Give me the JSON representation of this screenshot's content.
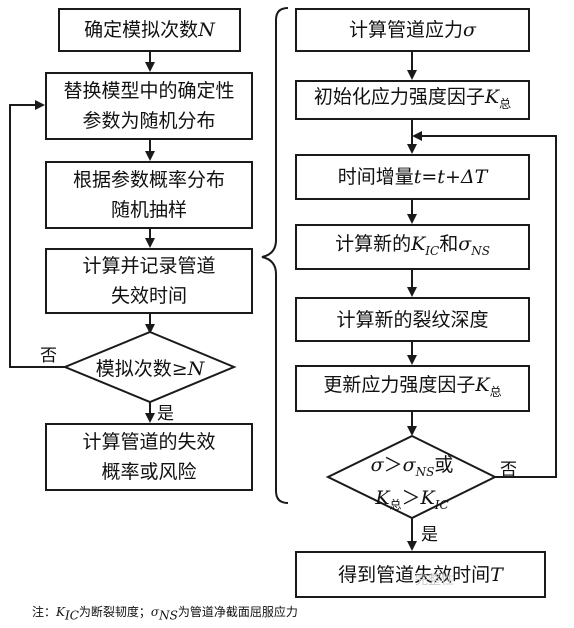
{
  "left_column": {
    "box1": {
      "prefix": "确定模拟次数",
      "var": "N"
    },
    "box2": {
      "line1": "替换模型中的确定性",
      "line2": "参数为随机分布"
    },
    "box3": {
      "line1": "根据参数概率分布",
      "line2": "随机抽样"
    },
    "box4": {
      "line1": "计算并记录管道",
      "line2": "失效时间"
    },
    "decision": {
      "prefix": "模拟次数≥",
      "var": "N"
    },
    "no_label": "否",
    "yes_label": "是",
    "box5": {
      "line1": "计算管道的失效",
      "line2": "概率或风险"
    }
  },
  "right_column": {
    "box1": {
      "prefix": "计算管道应力",
      "var": "σ"
    },
    "box2": {
      "prefix": "初始化应力强度因子",
      "var": "K",
      "sub": "总"
    },
    "box3": {
      "prefix": "时间增量",
      "expr": "t=t+ΔT"
    },
    "box4": {
      "prefix": "计算新的",
      "var1": "K",
      "sub1": "IC",
      "mid": "和",
      "var2": "σ",
      "sub2": "NS"
    },
    "box5": {
      "text": "计算新的裂纹深度"
    },
    "box6": {
      "prefix": "更新应力强度因子",
      "var": "K",
      "sub": "总"
    },
    "decision": {
      "l1_var1": "σ",
      "l1_gt": "＞",
      "l1_var2": "σ",
      "l1_sub2": "NS",
      "l1_or": "或",
      "l2_var1": "K",
      "l2_sub1": "总",
      "l2_gt": "＞",
      "l2_var2": "K",
      "l2_sub2": "IC"
    },
    "no_label": "否",
    "yes_label": "是",
    "box7": {
      "prefix": "得到管道失效时间",
      "var": "T"
    }
  },
  "note": {
    "prefix": "注：",
    "var1": "K",
    "sub1": "IC",
    "def1": "为断裂韧度；",
    "var2": "σ",
    "sub2": "NS",
    "def2": "为管道净截面屈服应力"
  },
  "watermark": "完整性",
  "colors": {
    "line": "#1a1a1a",
    "watermark": "#c9c9c9"
  }
}
